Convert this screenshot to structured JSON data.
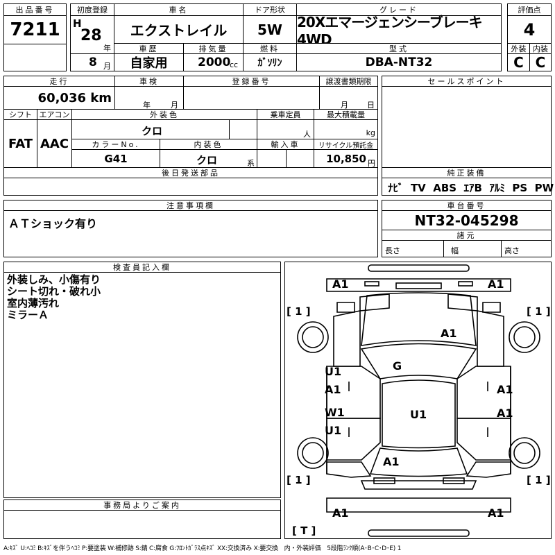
{
  "lot": {
    "label": "出品番号",
    "value": "7211"
  },
  "first_reg": {
    "label": "初度登録",
    "era": "H",
    "year": "28",
    "year_unit": "年",
    "month": "8",
    "month_unit": "月"
  },
  "car_name": {
    "label": "車名",
    "value": "エクストレイル"
  },
  "doors": {
    "label": "ドア形状",
    "value": "5W"
  },
  "grade": {
    "label": "グレード",
    "value": "20Xエマージェンシーブレーキ4WD"
  },
  "score": {
    "label": "評価点",
    "value": "4",
    "ext_label": "外装",
    "int_label": "内装",
    "ext": "C",
    "int": "C"
  },
  "history": {
    "label": "車歴",
    "value": "自家用"
  },
  "displacement": {
    "label": "排気量",
    "value": "2000",
    "unit": "cc"
  },
  "fuel": {
    "label": "燃料",
    "value": "ｶﾞｿﾘﾝ"
  },
  "model": {
    "label": "型式",
    "value": "DBA-NT32"
  },
  "mileage": {
    "label": "走行",
    "value": "60,036 km"
  },
  "inspection": {
    "label": "車検",
    "year_unit": "年",
    "month_unit": "月"
  },
  "registration": {
    "label": "登録番号"
  },
  "transfer": {
    "label": "譲渡書類期限",
    "month_unit": "月",
    "day_unit": "日"
  },
  "sales_point": {
    "label": "セールスポイント"
  },
  "shift": {
    "label": "シフト",
    "value": "FAT"
  },
  "aircon": {
    "label": "エアコン",
    "value": "AAC"
  },
  "ext_color": {
    "label": "外装色",
    "value": "クロ"
  },
  "capacity": {
    "label": "乗車定員",
    "unit": "人"
  },
  "max_load": {
    "label": "最大積載量",
    "unit": "kg"
  },
  "color_no": {
    "label": "カラーNo.",
    "value": "G41"
  },
  "int_color": {
    "label": "内装色",
    "value": "クロ",
    "unit": "系"
  },
  "import": {
    "label": "輸入車"
  },
  "recycle": {
    "label": "リサイクル預託金",
    "value": "10,850",
    "unit": "円"
  },
  "later_parts": {
    "label": "後日発送部品"
  },
  "genuine": {
    "label": "純正装備",
    "value": "ﾅﾋﾞ  TV  ABS  ｴｱB  ｱﾙﾐ  PS  PW"
  },
  "caution": {
    "label": "注意事項欄",
    "value": "ＡＴショック有り"
  },
  "chassis": {
    "label": "車台番号",
    "value": "NT32-045298"
  },
  "specs": {
    "label": "諸元",
    "length": "長さ",
    "width": "幅",
    "height": "高さ"
  },
  "inspector": {
    "label": "検査員記入欄",
    "lines": [
      "外装しみ、小傷有り",
      "シート切れ・破れ小",
      "室内薄汚れ",
      "ミラーＡ"
    ]
  },
  "office": {
    "label": "事務局よりご案内"
  },
  "legend": "A:ｷｽﾞ U:ﾍｺﾐ B:ｷｽﾞを伴うﾍｺﾐ P:要塗装 W:補修跡 S:錆 C:腐食 G:ﾌﾛﾝﾄｶﾞﾗｽ点ｷｽﾞ XX:交換済み X:要交換　内・外装評価　5段階ﾗﾝｸ順(A･B･C･D･E) 1",
  "diagram": {
    "marks": {
      "a1_top_left": "A1",
      "a1_top_right": "A1",
      "a1_hood": "A1",
      "g_glass": "G",
      "u1_left_front": "U1",
      "a1_left_front": "A1",
      "a1_right_front": "A1",
      "w1_left_rear": "W1",
      "u1_left_rear": "U1",
      "a1_right_rear": "A1",
      "u1_roof": "U1",
      "a1_back": "A1",
      "a1_bottom_left": "A1",
      "a1_bottom_right": "A1"
    },
    "brackets": {
      "tl": "[ 1 ]",
      "tr": "[ 1 ]",
      "bl": "[ 1 ]",
      "br": "[ 1 ]",
      "tire": "[ T ]"
    }
  }
}
